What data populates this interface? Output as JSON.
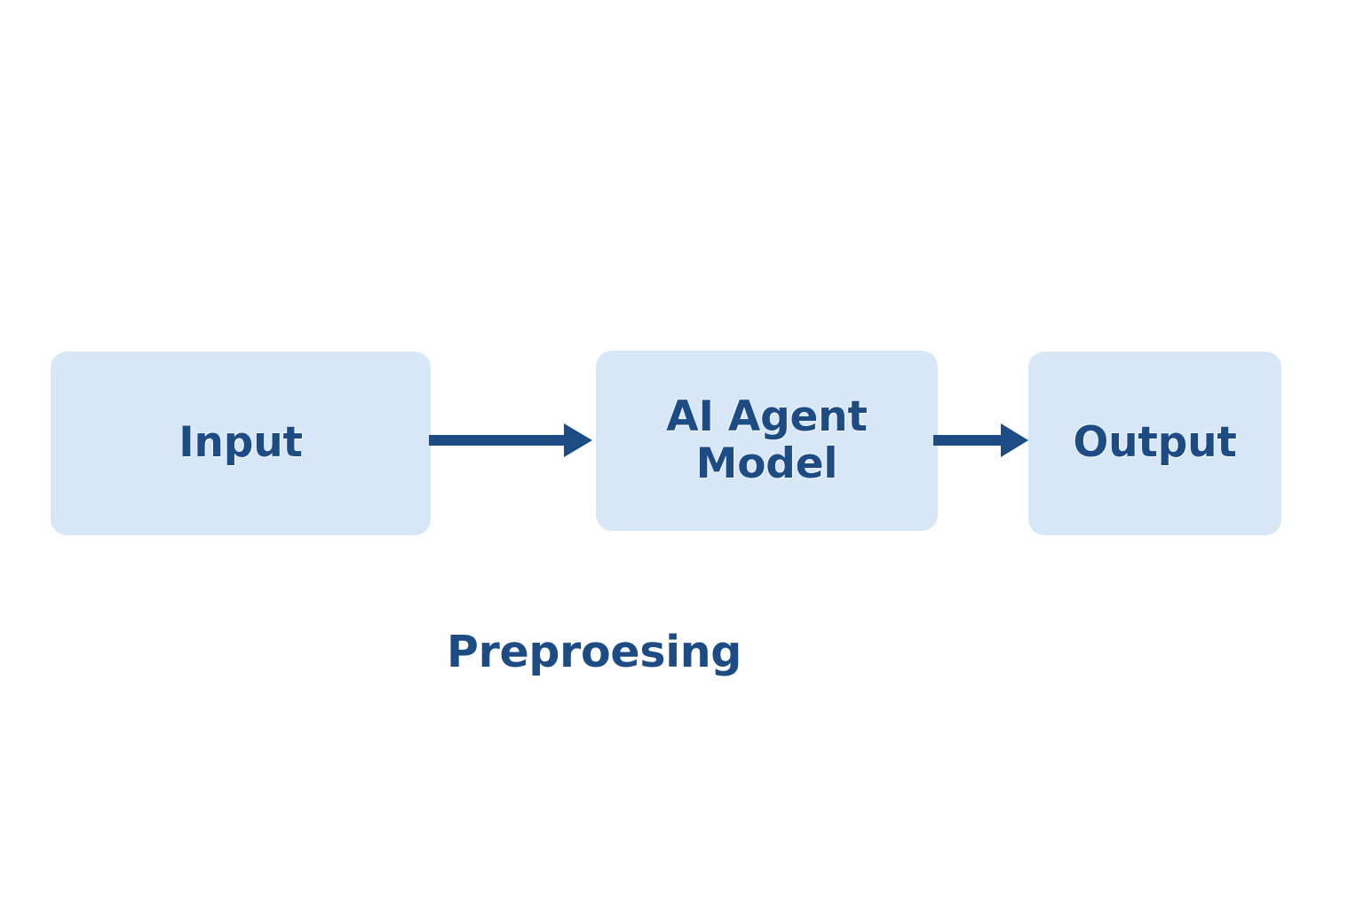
{
  "diagram": {
    "type": "flowchart",
    "orientation": "left-to-right",
    "background_color": "#ffffff",
    "node_fill_color": "#d7e7f8",
    "text_color": "#1d4b84",
    "arrow_color": "#1d4b84",
    "nodes": [
      {
        "id": "input",
        "label": "Input",
        "shape": "rounded-rectangle"
      },
      {
        "id": "model",
        "label": "AI Agent\nModel",
        "shape": "rounded-rectangle"
      },
      {
        "id": "output",
        "label": "Output",
        "shape": "rounded-rectangle"
      }
    ],
    "edges": [
      {
        "id": "input-to-model",
        "from": "input",
        "to": "model",
        "style": "solid-block-arrow",
        "direction": "right"
      },
      {
        "id": "model-to-output",
        "from": "model",
        "to": "output",
        "style": "solid-block-arrow",
        "direction": "right"
      }
    ],
    "caption": "Preproesing"
  }
}
